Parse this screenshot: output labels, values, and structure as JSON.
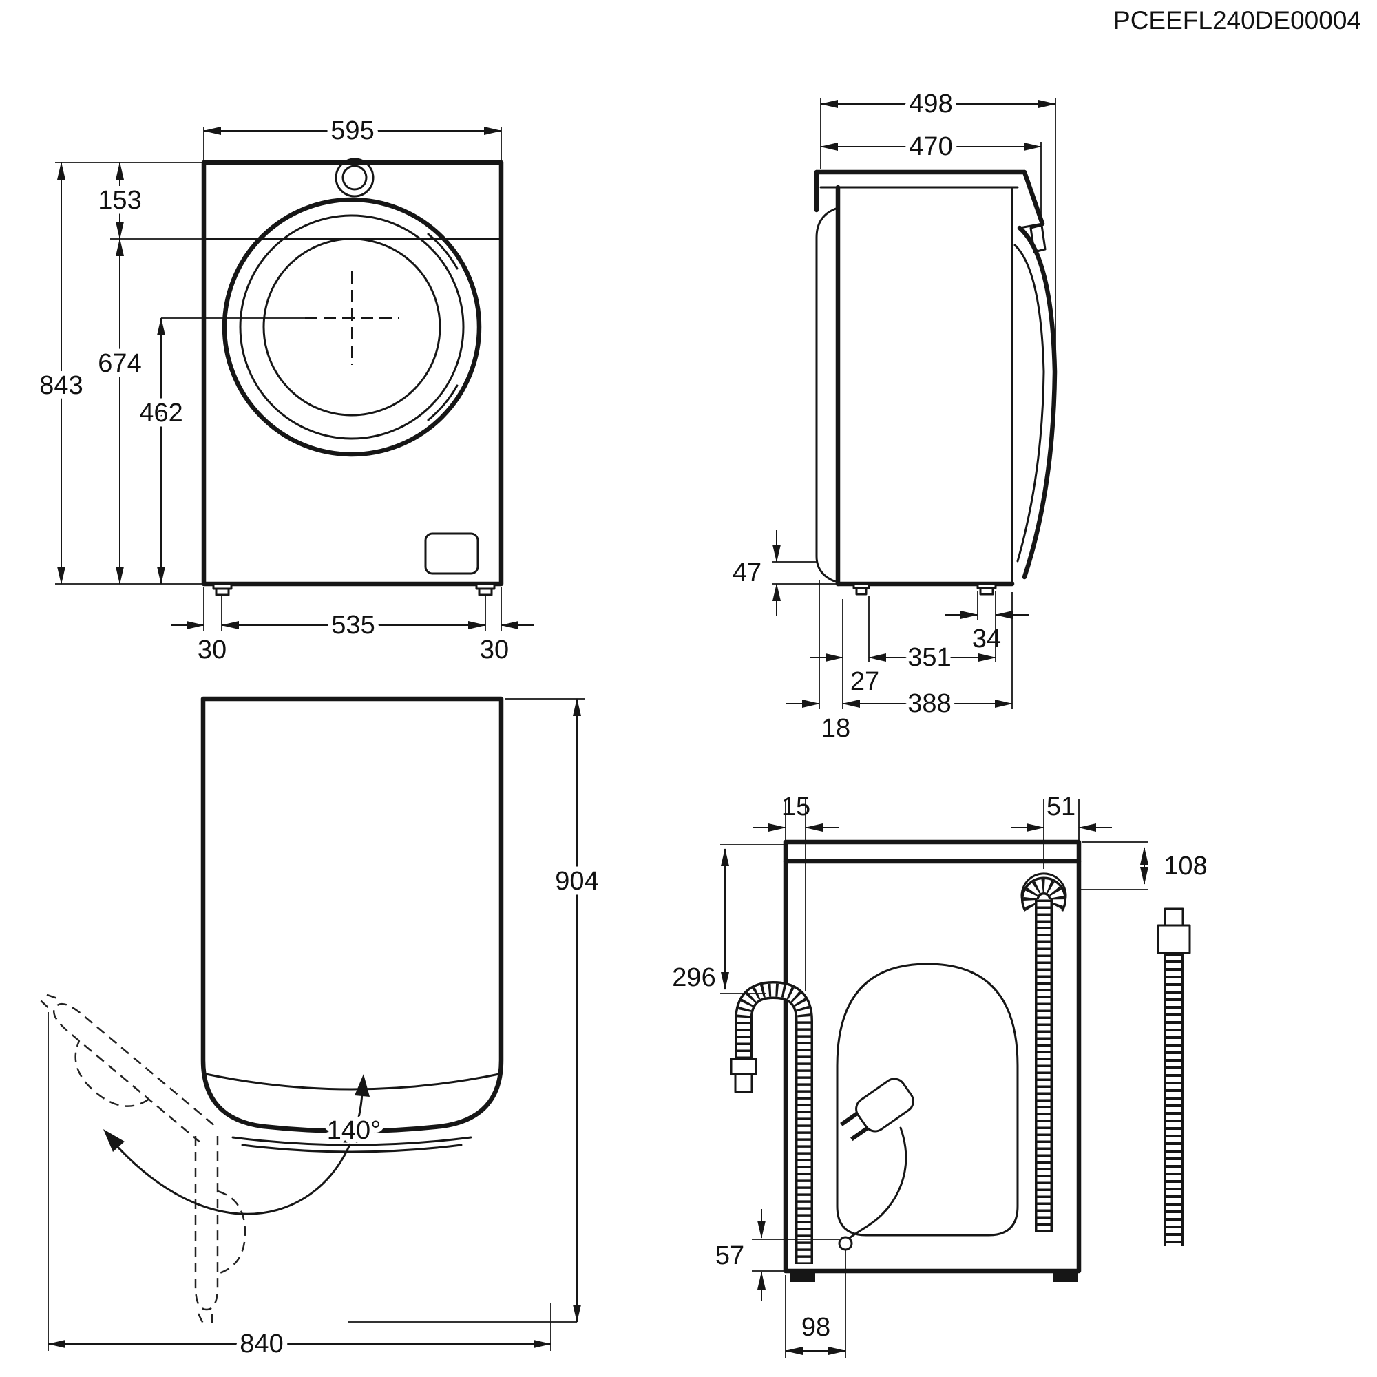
{
  "part_code": "PCEEFL240DE00004",
  "front_view": {
    "width": "595",
    "control_panel_height": "153",
    "panel_to_bottom": "674",
    "total_height": "843",
    "drum_center_to_bottom": "462",
    "feet_spacing": "535",
    "left_foot_offset": "30",
    "right_foot_offset": "30"
  },
  "side_view": {
    "total_depth": "498",
    "body_depth": "470",
    "base_clearance": "47",
    "rear_foot_width": "34",
    "feet_spacing": "351",
    "rear_recess": "27",
    "base_depth": "388",
    "rear_projection": "18"
  },
  "top_view": {
    "door_opening_angle": "140°",
    "width_door_open": "840",
    "depth_door_open": "904"
  },
  "rear_view": {
    "drain_hose_offset": "15",
    "inlet_hose_offset": "51",
    "inlet_hose_top_drop": "108",
    "drain_hose_drop": "296",
    "cable_outlet_height": "57",
    "cable_outlet_offset": "98"
  }
}
